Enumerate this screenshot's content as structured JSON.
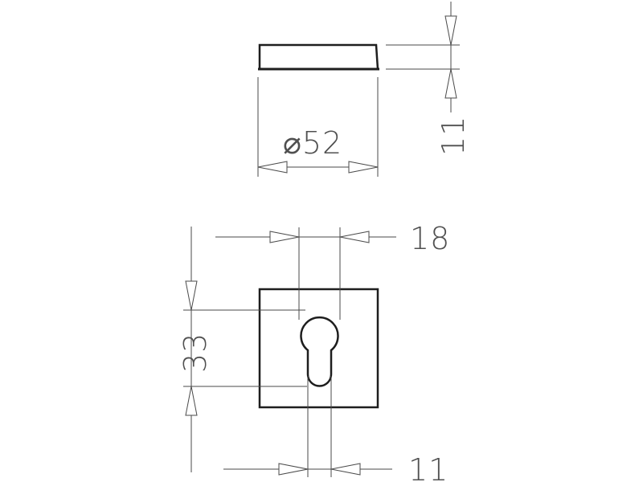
{
  "side_view": {
    "diameter_label": "⌀52",
    "thickness_label": "11"
  },
  "front_view": {
    "keyhole_width_label": "18",
    "height_label": "33",
    "slot_width_label": "11"
  }
}
